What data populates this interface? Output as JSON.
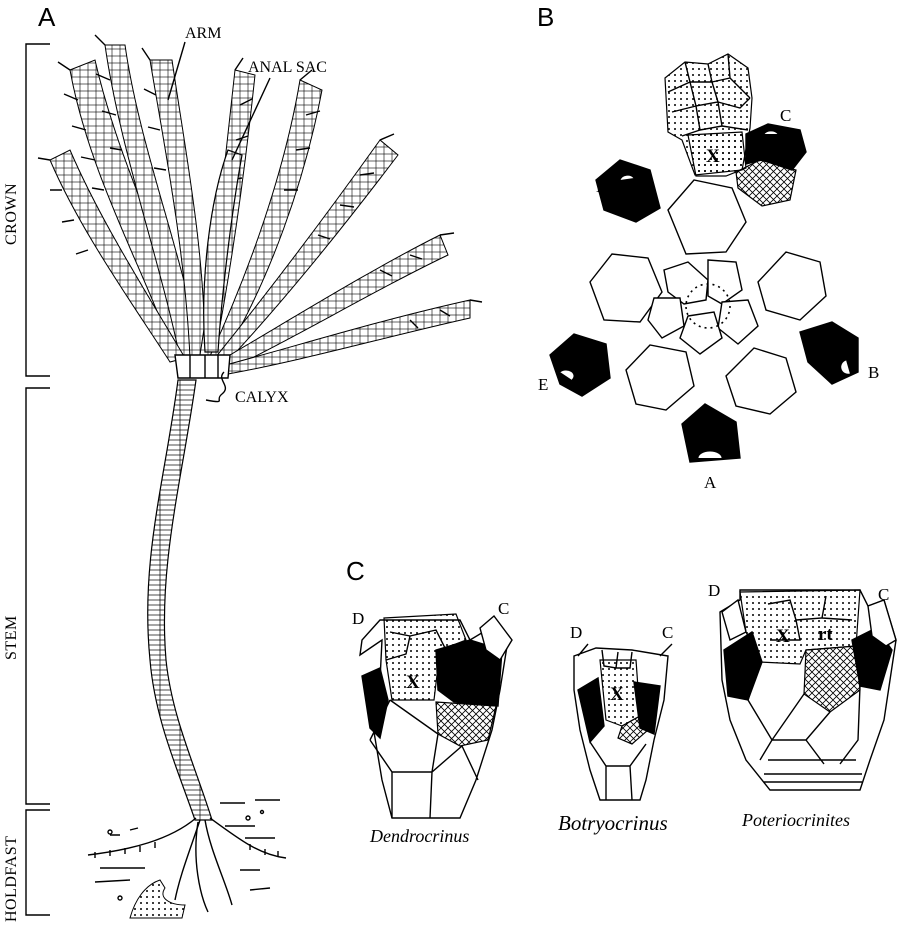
{
  "panels": {
    "a": "A",
    "b": "B",
    "c": "C"
  },
  "panel_a": {
    "labels": {
      "arm": "ARM",
      "anal_sac": "ANAL SAC",
      "calyx": "CALYX"
    },
    "regions": {
      "crown": "CROWN",
      "stem": "STEM",
      "holdfast": "HOLDFAST"
    }
  },
  "panel_b": {
    "rays": {
      "a": "A",
      "b": "B",
      "c": "C",
      "d": "D",
      "e": "E"
    },
    "anal_plate": "X"
  },
  "panel_c": {
    "genera": [
      {
        "name": "Dendrocrinus",
        "left_ray": "D",
        "right_ray": "C",
        "anal": "X"
      },
      {
        "name": "Botryocrinus",
        "left_ray": "D",
        "right_ray": "C",
        "anal": "X"
      },
      {
        "name": "Poteriocrinites",
        "left_ray": "D",
        "right_ray": "C",
        "anal": "X",
        "extra": "rt"
      }
    ]
  },
  "colors": {
    "ink": "#000000",
    "background": "#ffffff"
  }
}
